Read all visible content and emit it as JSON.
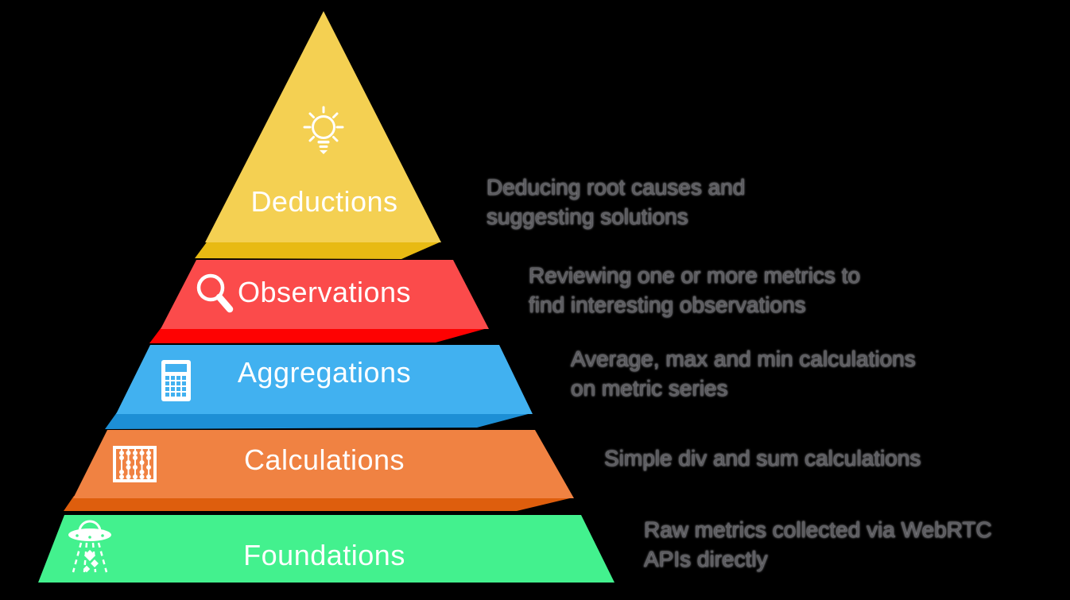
{
  "background_color": "#000000",
  "pyramid": {
    "label_color": "#ffffff",
    "description_color": "#5c5c60",
    "levels": [
      {
        "label": "Deductions",
        "icon": "lightbulb-icon",
        "color": "#F4D052",
        "fold_color": "#E8BA13",
        "description": "Deducing root causes and\nsuggesting solutions"
      },
      {
        "label": "Observations",
        "icon": "magnifier-icon",
        "color": "#FB4B4B",
        "fold_color": "#FE0202",
        "description": "Reviewing one or more metrics to\nfind interesting observations"
      },
      {
        "label": "Aggregations",
        "icon": "calculator-icon",
        "color": "#41B1F0",
        "fold_color": "#1D8FD5",
        "description": "Average, max and min calculations\non metric series"
      },
      {
        "label": "Calculations",
        "icon": "abacus-icon",
        "color": "#F08242",
        "fold_color": "#DE5E0D",
        "description": "Simple div and sum calculations"
      },
      {
        "label": "Foundations",
        "icon": "ufo-icon",
        "color": "#43F18E",
        "description": "Raw metrics collected via WebRTC\nAPIs directly"
      }
    ]
  }
}
